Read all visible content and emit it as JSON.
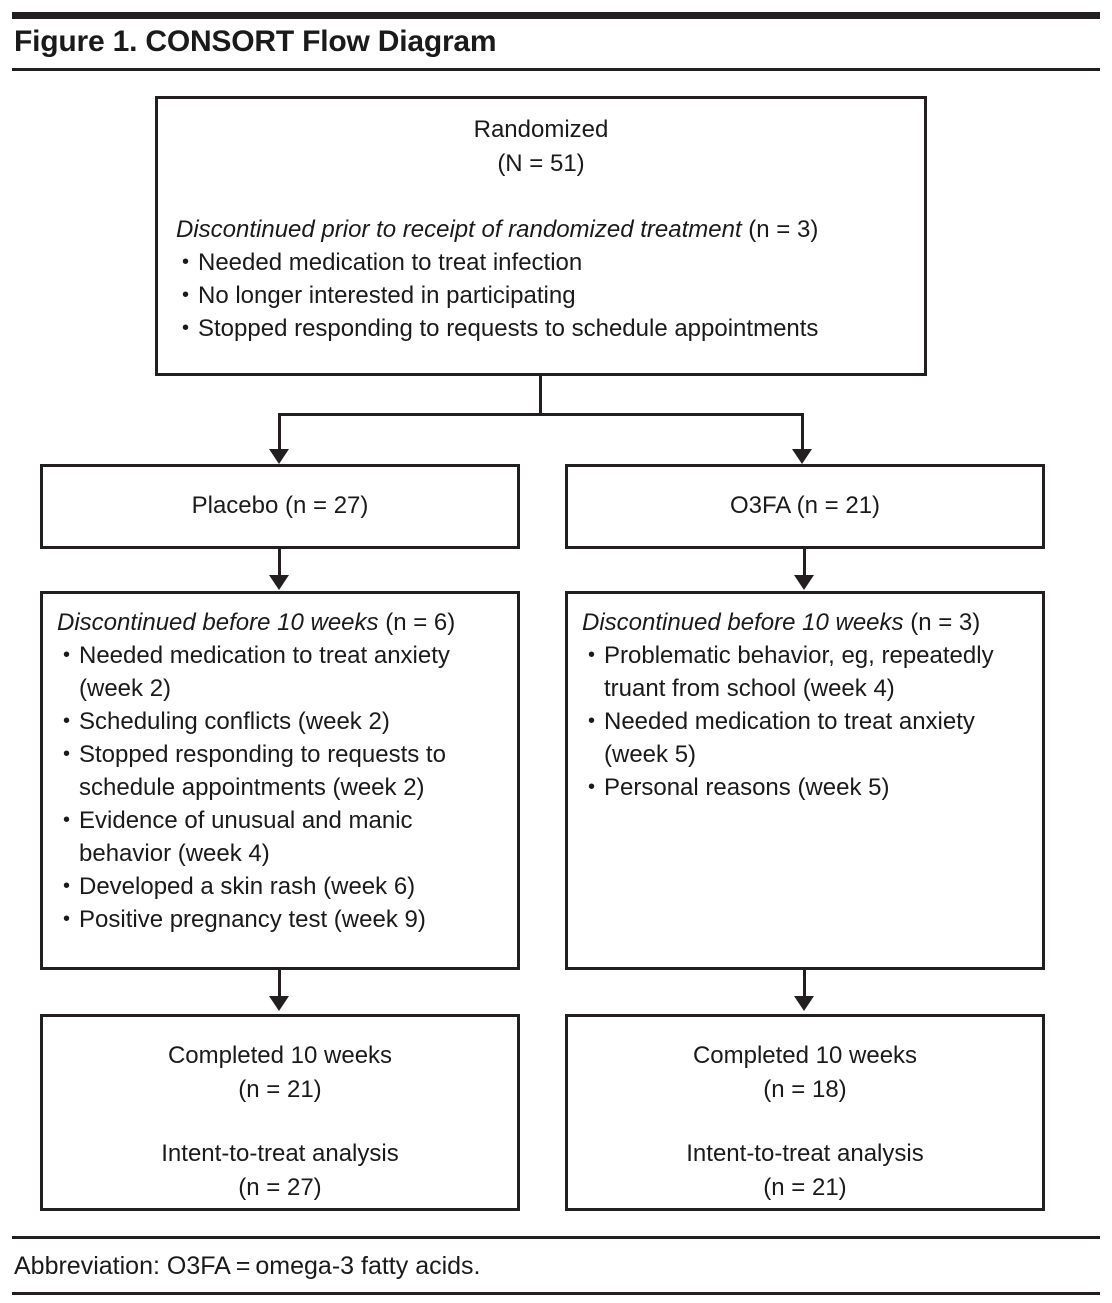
{
  "figure": {
    "title": "Figure 1. CONSORT Flow Diagram",
    "abbreviation_note": "Abbreviation: O3FA = omega-3 fatty acids."
  },
  "diagram": {
    "type": "flow-diagram",
    "randomized_box": {
      "title": "Randomized",
      "count": "(N = 51)",
      "discontinued_lead_italic": "Discontinued prior to receipt of randomized treatment",
      "discontinued_lead_count": " (n = 3)",
      "reasons": [
        "Needed medication to treat infection",
        "No longer interested in participating",
        "Stopped responding to requests to schedule appointments"
      ]
    },
    "arms": [
      {
        "id": "placebo",
        "label": "Placebo (n = 27)",
        "discontinued": {
          "lead_italic": "Discontinued before 10 weeks",
          "lead_count": " (n = 6)",
          "reasons": [
            "Needed medication to treat anxiety (week 2)",
            "Scheduling conflicts (week 2)",
            "Stopped responding to requests to schedule appointments (week 2)",
            "Evidence of unusual and manic behavior (week 4)",
            "Developed a skin rash (week 6)",
            "Positive pregnancy test (week 9)"
          ]
        },
        "completed": {
          "line1": "Completed 10 weeks",
          "line2": "(n = 21)",
          "line3": "Intent-to-treat analysis",
          "line4": "(n = 27)"
        }
      },
      {
        "id": "o3fa",
        "label": "O3FA (n = 21)",
        "discontinued": {
          "lead_italic": "Discontinued before 10 weeks",
          "lead_count": " (n = 3)",
          "reasons": [
            "Problematic behavior, eg, repeatedly truant from school (week 4)",
            "Needed medication to treat anxiety (week 5)",
            "Personal reasons (week 5)"
          ]
        },
        "completed": {
          "line1": "Completed 10 weeks",
          "line2": "(n = 18)",
          "line3": "Intent-to-treat analysis",
          "line4": "(n = 21)"
        }
      }
    ]
  },
  "colors": {
    "ink": "#231f20",
    "background": "#ffffff"
  }
}
